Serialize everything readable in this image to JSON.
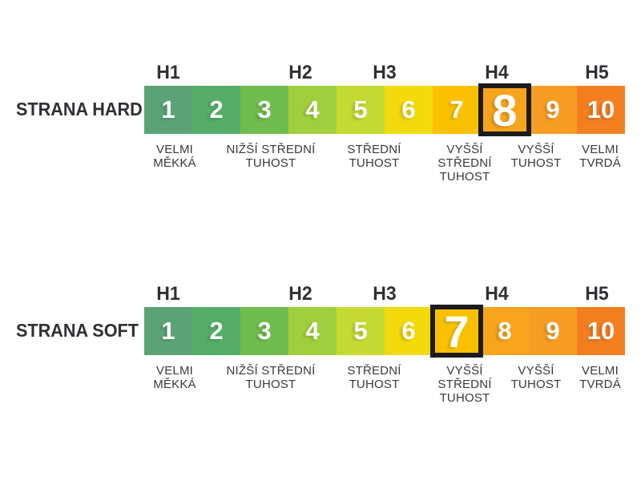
{
  "palette": {
    "cell_colors": [
      "#5BA377",
      "#55AD68",
      "#70BC4E",
      "#A0CE3C",
      "#C4DA33",
      "#F3DA0C",
      "#FBC100",
      "#F9A41D",
      "#F89D24",
      "#F47F20"
    ],
    "highlight_border": "#1C1C1C",
    "title_color": "#2F3034",
    "descriptor_color": "#3A3A3A",
    "number_color": "#FFFFFF",
    "background": "#FFFFFF"
  },
  "scale": {
    "min": 1,
    "max": 10,
    "hard_side_value": 8,
    "soft_side_value": 7
  },
  "rows": [
    {
      "title": "STRANA HARD",
      "h_labels": [
        "H1",
        "H2",
        "H3",
        "H4",
        "H5"
      ],
      "cells": [
        "1",
        "2",
        "3",
        "4",
        "5",
        "6",
        "7",
        "8",
        "9",
        "10"
      ],
      "highlighted": 8,
      "descriptors": [
        {
          "lines": [
            "VELMI",
            "MĚKKÁ"
          ]
        },
        {
          "lines": [
            "NIŽŠÍ STŘEDNÍ",
            "TUHOST"
          ]
        },
        {
          "lines": [
            "STŘEDNÍ",
            "TUHOST"
          ]
        },
        {
          "lines": [
            "VYŠŠÍ",
            "STŘEDNÍ",
            "TUHOST"
          ]
        },
        {
          "lines": [
            "VYŠŠÍ",
            "TUHOST"
          ]
        },
        {
          "lines": [
            "VELMI",
            "TVRDÁ"
          ]
        }
      ]
    },
    {
      "title": "STRANA SOFT",
      "h_labels": [
        "H1",
        "H2",
        "H3",
        "H4",
        "H5"
      ],
      "cells": [
        "1",
        "2",
        "3",
        "4",
        "5",
        "6",
        "7",
        "8",
        "9",
        "10"
      ],
      "highlighted": 7,
      "descriptors": [
        {
          "lines": [
            "VELMI",
            "MĚKKÁ"
          ]
        },
        {
          "lines": [
            "NIŽŠÍ STŘEDNÍ",
            "TUHOST"
          ]
        },
        {
          "lines": [
            "STŘEDNÍ",
            "TUHOST"
          ]
        },
        {
          "lines": [
            "VYŠŠÍ",
            "STŘEDNÍ",
            "TUHOST"
          ]
        },
        {
          "lines": [
            "VYŠŠÍ",
            "TUHOST"
          ]
        },
        {
          "lines": [
            "VELMI",
            "TVRDÁ"
          ]
        }
      ]
    }
  ]
}
